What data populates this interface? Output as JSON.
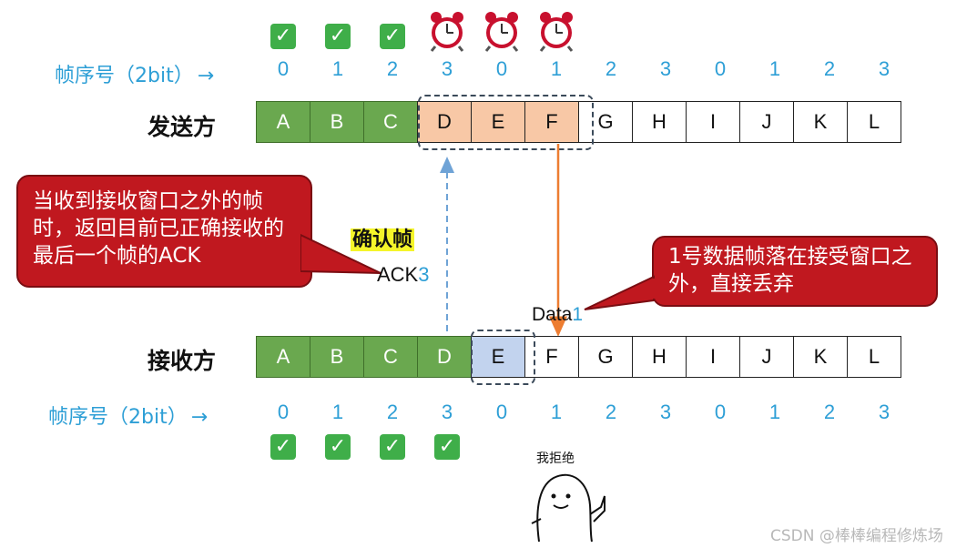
{
  "seq_label": "帧序号（2bit）",
  "arrow": "→",
  "sender": {
    "label": "发送方",
    "seq": [
      "0",
      "1",
      "2",
      "3",
      "0",
      "1",
      "2",
      "3",
      "0",
      "1",
      "2",
      "3"
    ],
    "frames": [
      "A",
      "B",
      "C",
      "D",
      "E",
      "F",
      "G",
      "H",
      "I",
      "J",
      "K",
      "L"
    ],
    "acked_count": 3,
    "timer_count": 3
  },
  "receiver": {
    "label": "接收方",
    "seq": [
      "0",
      "1",
      "2",
      "3",
      "0",
      "1",
      "2",
      "3",
      "0",
      "1",
      "2",
      "3"
    ],
    "frames": [
      "A",
      "B",
      "C",
      "D",
      "E",
      "F",
      "G",
      "H",
      "I",
      "J",
      "K",
      "L"
    ],
    "received_count": 4
  },
  "check_glyph": "✓",
  "confirm_label": "确认帧",
  "ack": {
    "text": "ACK",
    "num": "3"
  },
  "data": {
    "text": "Data",
    "num": "1"
  },
  "callout_left": "当收到接收窗口之外的帧时，返回目前已正确接收的最后一个帧的ACK",
  "callout_right": "1号数据帧落在接受窗口之外，直接丢弃",
  "meme_caption": "我拒绝",
  "watermark": "CSDN @棒棒编程修炼场",
  "colors": {
    "accent_blue": "#2e9fd6",
    "frame_green": "#6aa84f",
    "sender_window": "#f8c8a6",
    "receiver_window": "#c2d3ee",
    "callout_red": "#c0181f",
    "ack_arrow": "#6fa3d6",
    "data_arrow": "#ed7d31"
  }
}
